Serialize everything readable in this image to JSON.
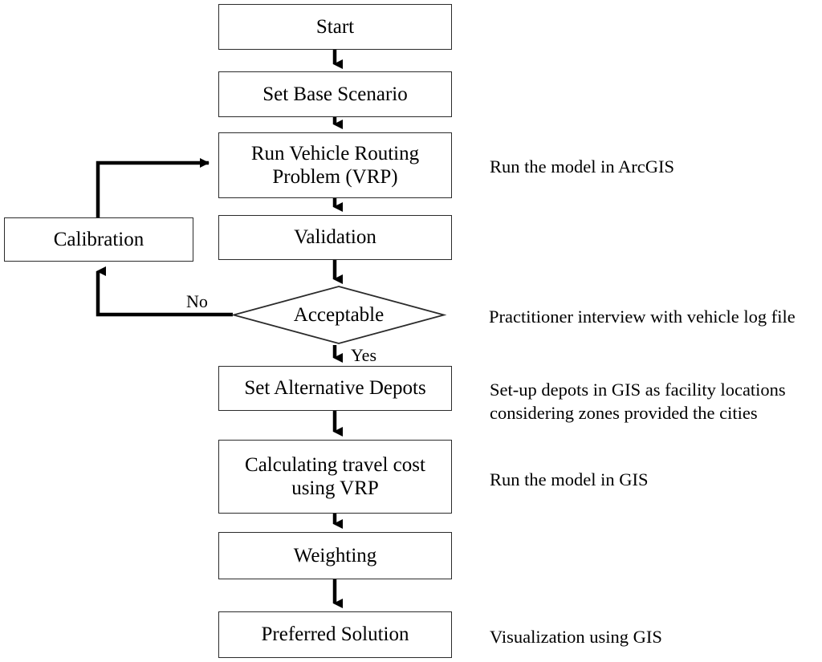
{
  "diagram": {
    "type": "flowchart",
    "title": "Vehicle Routing Problem GIS methodology flowchart",
    "orientation": "top-to-bottom",
    "background_color": "#ffffff",
    "line_color": "#000000",
    "box_border_color": "#2b2b2b",
    "nodes": [
      {
        "id": "start",
        "shape": "rectangle",
        "label": "Start"
      },
      {
        "id": "base",
        "shape": "rectangle",
        "label": "Set Base Scenario"
      },
      {
        "id": "vrp",
        "shape": "rectangle",
        "label": "Run Vehicle Routing\nProblem (VRP)"
      },
      {
        "id": "validation",
        "shape": "rectangle",
        "label": "Validation"
      },
      {
        "id": "acceptable",
        "shape": "diamond",
        "label": "Acceptable"
      },
      {
        "id": "calibration",
        "shape": "rectangle",
        "label": "Calibration"
      },
      {
        "id": "depots",
        "shape": "rectangle",
        "label": "Set Alternative Depots"
      },
      {
        "id": "travelcost",
        "shape": "rectangle",
        "label": "Calculating travel cost\nusing VRP"
      },
      {
        "id": "weighting",
        "shape": "rectangle",
        "label": "Weighting"
      },
      {
        "id": "preferred",
        "shape": "rectangle",
        "label": "Preferred Solution"
      }
    ],
    "branch_labels": {
      "no": "No",
      "yes": "Yes"
    },
    "annotations": [
      {
        "id": "annot-vrp",
        "text": "Run the model in ArcGIS"
      },
      {
        "id": "annot-acceptable",
        "text": "Practitioner interview with vehicle log file"
      },
      {
        "id": "annot-depots",
        "text": "Set-up depots in GIS as facility locations\nconsidering zones provided the cities"
      },
      {
        "id": "annot-travelcost",
        "text": "Run the model in GIS"
      },
      {
        "id": "annot-preferred",
        "text": "Visualization using GIS"
      }
    ]
  }
}
